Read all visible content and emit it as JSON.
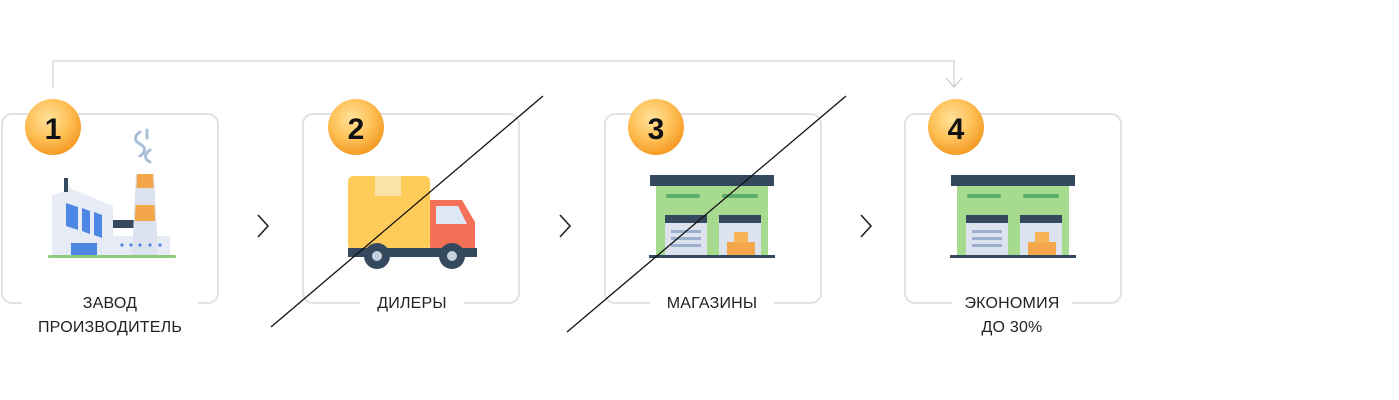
{
  "steps": [
    {
      "number": "1",
      "line1": "ЗАВОД",
      "line2": "ПРОИЗВОДИТЕЛЬ",
      "icon": "factory-icon",
      "crossed": false
    },
    {
      "number": "2",
      "line1": "ДИЛЕРЫ",
      "line2": "",
      "icon": "truck-icon",
      "crossed": true
    },
    {
      "number": "3",
      "line1": "МАГАЗИНЫ",
      "line2": "",
      "icon": "store-icon",
      "crossed": true
    },
    {
      "number": "4",
      "line1": "ЭКОНОМИЯ",
      "line2": "ДО 30%",
      "icon": "store-icon",
      "crossed": false
    }
  ],
  "colors": {
    "badge_light": "#FFD37A",
    "badge_dark": "#F6A12E",
    "card_border": "#E2E2E2",
    "connector": "#C8C8C8",
    "chevron": "#222222",
    "strike": "#111111"
  }
}
